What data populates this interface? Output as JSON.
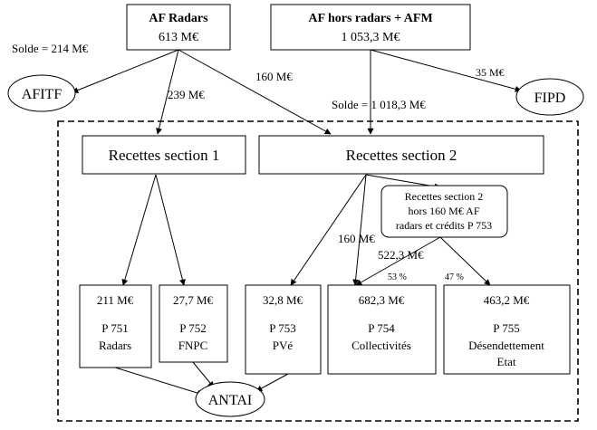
{
  "nodes": {
    "af_radars": {
      "title": "AF Radars",
      "value": "613 M€"
    },
    "af_hors": {
      "title": "AF hors radars + AFM",
      "value": "1 053,3 M€"
    },
    "afitf": {
      "label": "AFITF"
    },
    "fipd": {
      "label": "FIPD"
    },
    "recettes_s1": {
      "label": "Recettes section 1"
    },
    "recettes_s2": {
      "label": "Recettes section 2"
    },
    "note": {
      "lines": [
        "Recettes section 2",
        "hors 160 M€ AF",
        "radars et crédits P 753"
      ]
    },
    "p751": {
      "value": "211 M€",
      "code": "P 751",
      "name": "Radars"
    },
    "p752": {
      "value": "27,7 M€",
      "code": "P 752",
      "name": "FNPC"
    },
    "p753": {
      "value": "32,8 M€",
      "code": "P 753",
      "name": "PVé"
    },
    "p754": {
      "value": "682,3 M€",
      "code": "P 754",
      "name": "Collectivités"
    },
    "p755": {
      "value": "463,2 M€",
      "code": "P 755",
      "name": "Désendettement",
      "name2": "Etat"
    },
    "antai": {
      "label": "ANTAI"
    }
  },
  "edge_labels": {
    "solde_afitf": "Solde = 214 M€",
    "to_s1": "239 M€",
    "to_s2": "160 M€",
    "to_fipd": "35 M€",
    "solde_s2": "Solde = 1 018,3 M€",
    "to_p753": "160 M€",
    "note_out": "522,3 M€",
    "pct_p754": "53 %",
    "pct_p755": "47 %"
  }
}
